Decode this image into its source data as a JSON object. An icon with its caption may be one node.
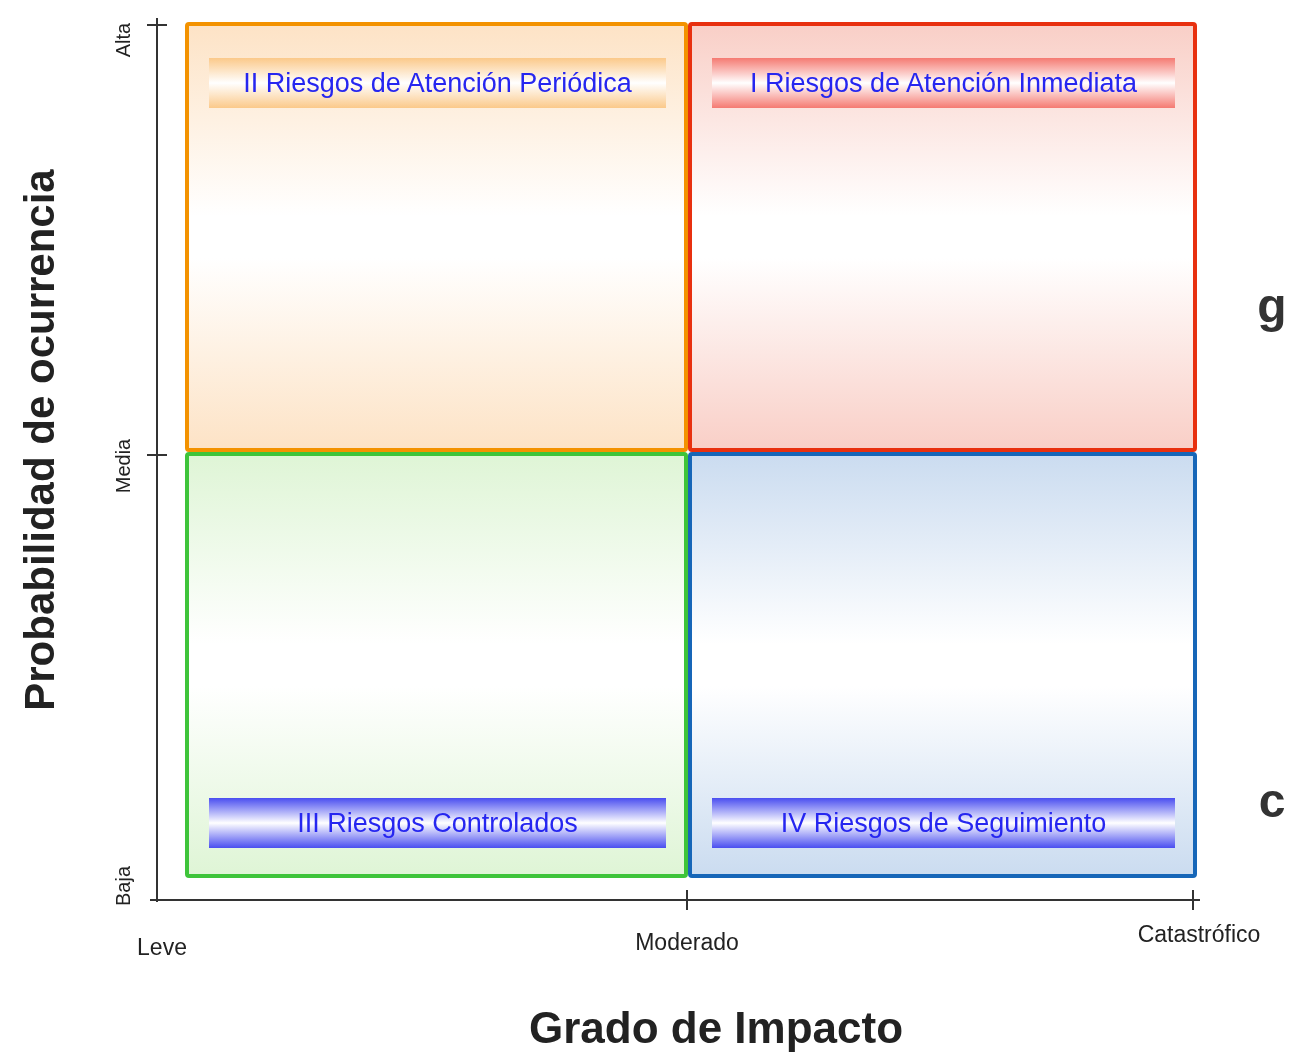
{
  "diagram": {
    "nodes": [
      {
        "text": [
          "II Riesgos de Atención Periódica"
        ]
      },
      {
        "text": [
          "I Riesgos de Atención Inmediata"
        ]
      },
      {
        "text": [
          "III Riesgos Controlados"
        ]
      },
      {
        "text": [
          "IV Riesgos de Seguimiento"
        ]
      }
    ],
    "labels": [
      "Probabilidad de ocurrencia",
      "Alta",
      "Media",
      "Baja",
      "g",
      "c",
      "Leve",
      "Moderado",
      "Catastrófico",
      "Grado de Impacto"
    ]
  }
}
